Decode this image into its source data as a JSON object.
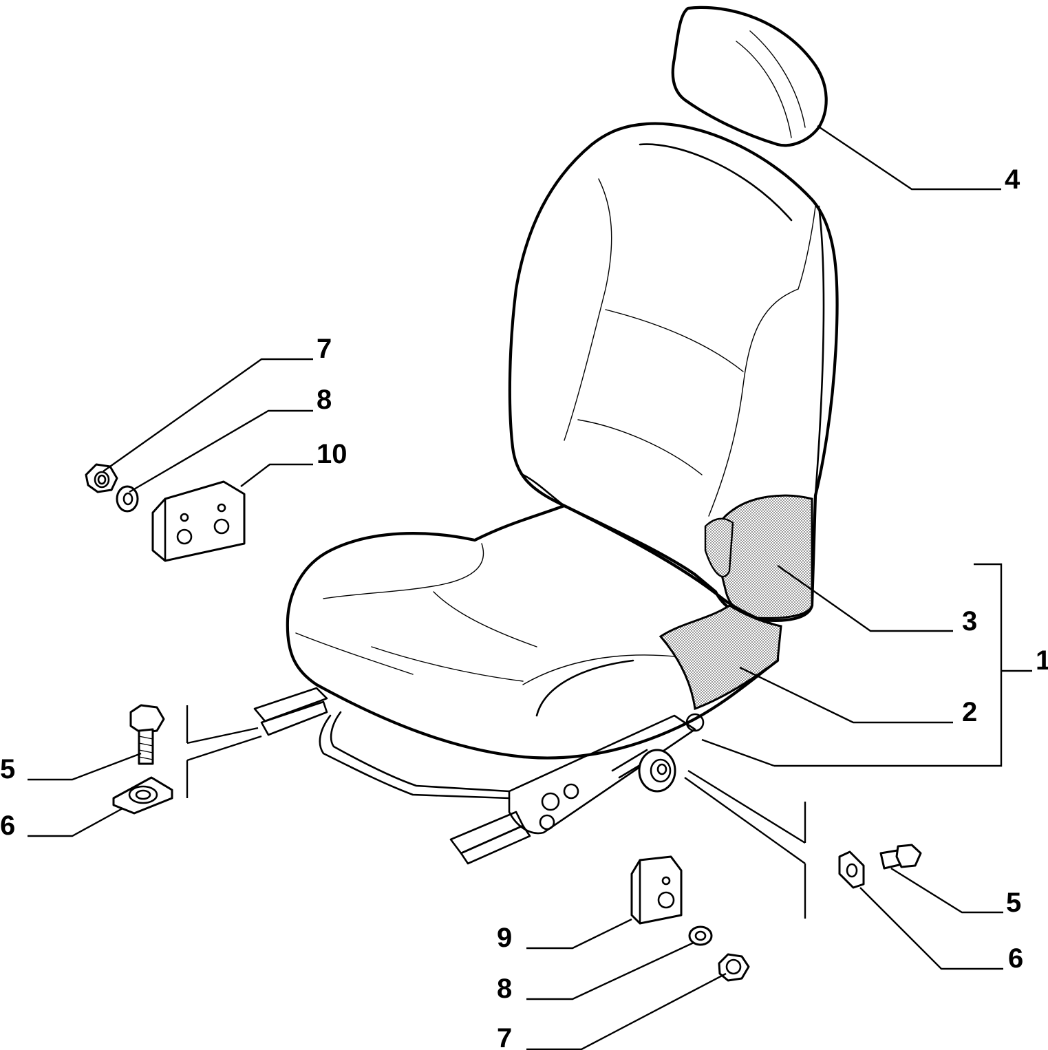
{
  "callouts": [
    {
      "id": "c4",
      "label": "4"
    },
    {
      "id": "c7a",
      "label": "7"
    },
    {
      "id": "c8a",
      "label": "8"
    },
    {
      "id": "c10",
      "label": "10"
    },
    {
      "id": "c3",
      "label": "3"
    },
    {
      "id": "c1",
      "label": "1"
    },
    {
      "id": "c2",
      "label": "2"
    },
    {
      "id": "c5a",
      "label": "5"
    },
    {
      "id": "c6a",
      "label": "6"
    },
    {
      "id": "c5b",
      "label": "5"
    },
    {
      "id": "c6b",
      "label": "6"
    },
    {
      "id": "c9",
      "label": "9"
    },
    {
      "id": "c8b",
      "label": "8"
    },
    {
      "id": "c7b",
      "label": "7"
    }
  ],
  "parts": {
    "seat_assembly": "seat-assembly",
    "headrest": "headrest",
    "backrest_cover": "backrest-side-trim",
    "cushion_cover": "cushion-side-trim"
  },
  "colors": {
    "line": "#000000",
    "background": "#ffffff",
    "hatch": "#bdbdbd"
  }
}
